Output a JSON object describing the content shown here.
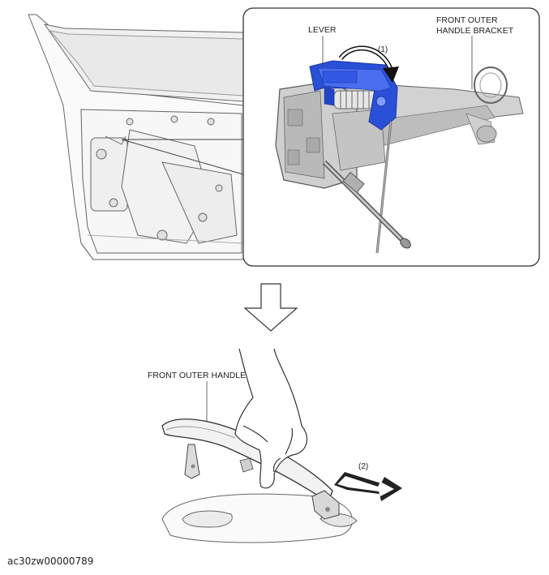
{
  "labels": {
    "lever": "LEVER",
    "step1": "(1)",
    "bracket_line1": "FRONT OUTER",
    "bracket_line2": "HANDLE BRACKET",
    "handle": "FRONT OUTER HANDLE",
    "step2": "(2)"
  },
  "figure_id": "ac30zw00000789",
  "colors": {
    "lever_blue": "#2a50d8",
    "lever_blue_dark": "#1c36a0",
    "metal_gray": "#c8c8c8",
    "metal_dark": "#8a8a8a",
    "line": "#555555"
  }
}
